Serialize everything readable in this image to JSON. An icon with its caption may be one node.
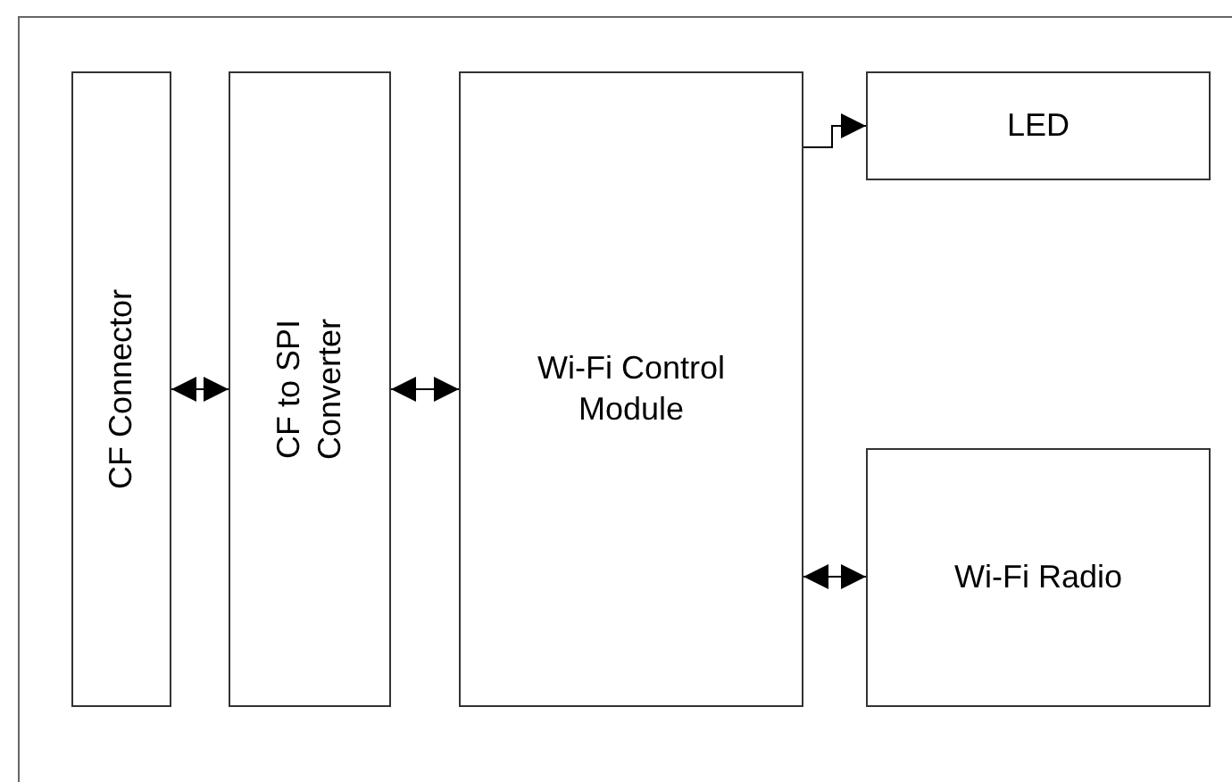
{
  "diagram": {
    "nodes": [
      {
        "text": [
          "CF Connector"
        ]
      },
      {
        "text": [
          "CF to SPI Converter"
        ]
      },
      {
        "text": [
          "Wi-Fi Control Module"
        ]
      },
      {
        "text": [
          "LED"
        ]
      },
      {
        "text": [
          "Wi-Fi Radio"
        ]
      }
    ],
    "edges": [
      {
        "from": 0,
        "to": 1,
        "arrow": "both"
      },
      {
        "from": 1,
        "to": 2,
        "arrow": "both"
      },
      {
        "from": 2,
        "to": 3,
        "arrow": "to"
      },
      {
        "from": 2,
        "to": 4,
        "arrow": "both"
      }
    ]
  }
}
